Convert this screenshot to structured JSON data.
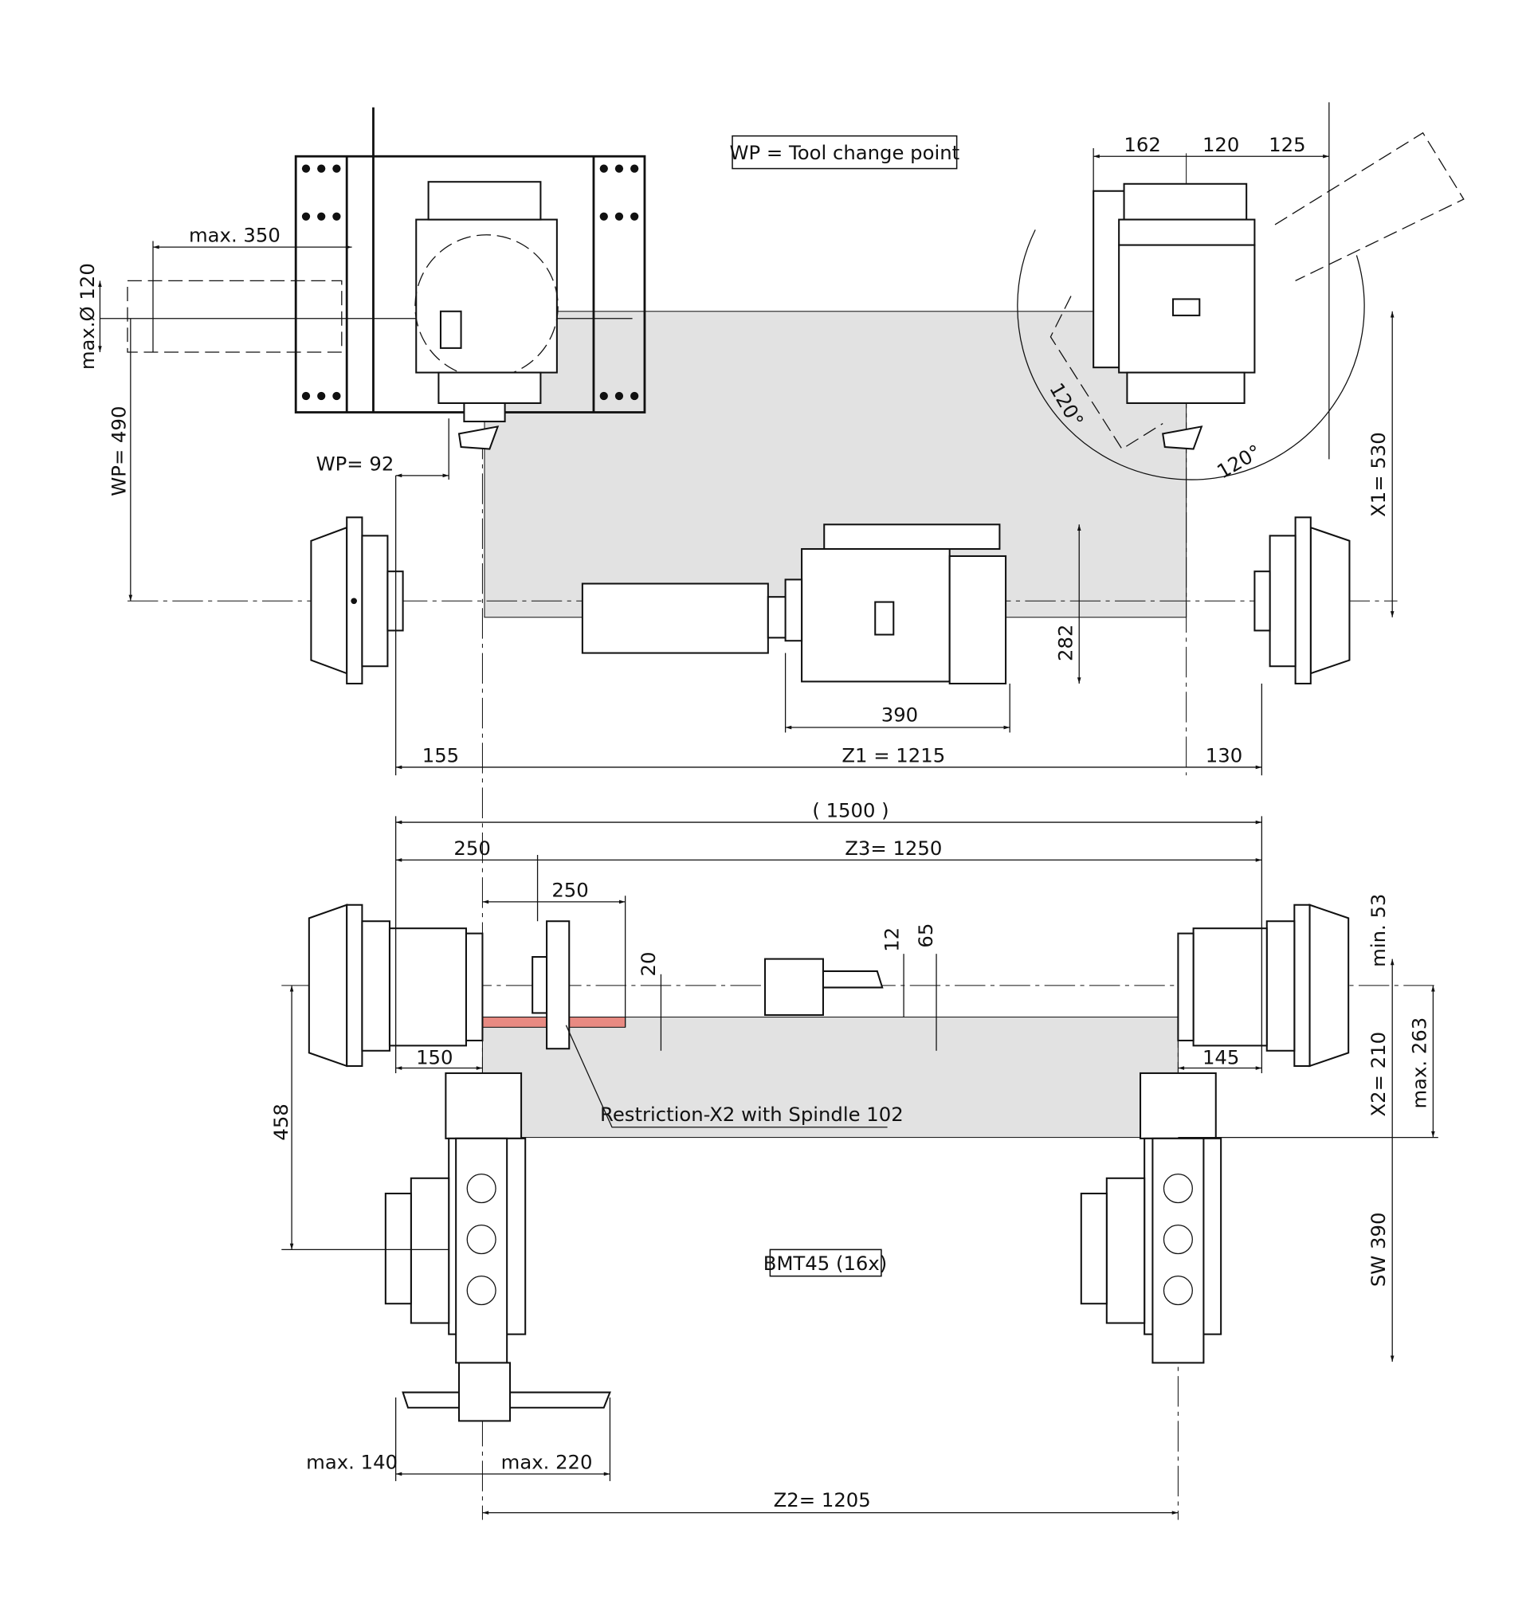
{
  "legend": {
    "tool_change_point": "WP = Tool change point",
    "bmt": "BMT45 (16x)"
  },
  "colors": {
    "work_area": "#e2e2e2",
    "restriction": "#e88a82",
    "line": "#111111"
  },
  "top_view": {
    "max_350": "max. 350",
    "max_dia_120": "max.Ø 120",
    "wp_490": "WP= 490",
    "wp_92": "WP= 92",
    "dim_162": "162",
    "dim_120": "120",
    "dim_125": "125",
    "angle_left": "120°",
    "angle_right": "120°",
    "x1_530": "X1= 530",
    "dim_282": "282",
    "dim_390": "390",
    "dim_155": "155",
    "z1_1215": "Z1 = 1215",
    "dim_130": "130"
  },
  "bottom_view": {
    "total_1500": "( 1500 )",
    "dim_250_a": "250",
    "z3_1250": "Z3= 1250",
    "dim_250_b": "250",
    "dim_20": "20",
    "dim_12": "12",
    "dim_65": "65",
    "min_53": "min. 53",
    "x2_210": "X2= 210",
    "max_263": "max. 263",
    "sw_390": "SW 390",
    "dim_150": "150",
    "dim_145": "145",
    "restriction": "Restriction-X2 with Spindle 102",
    "dim_458": "458",
    "max_140": "max. 140",
    "max_220": "max. 220",
    "z2_1205": "Z2= 1205"
  }
}
